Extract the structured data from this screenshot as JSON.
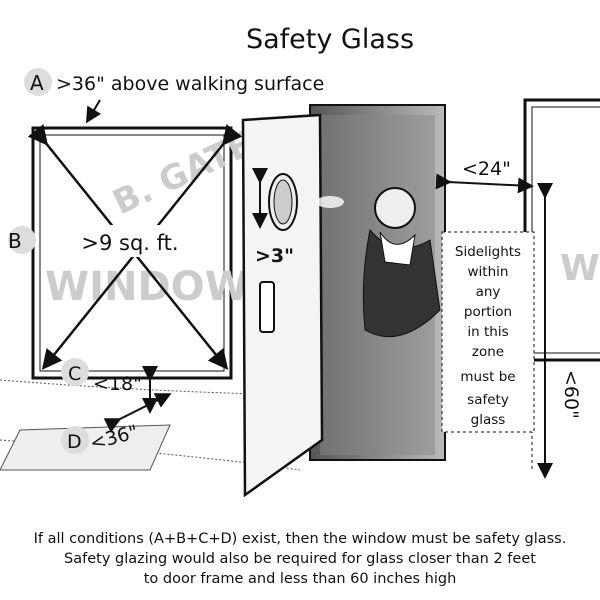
{
  "title": "Safety Glass",
  "labels": {
    "a_letter": "A",
    "a_text": ">36\" above walking surface",
    "b_letter": "B",
    "b_text": ">9 sq. ft.",
    "c_letter": "C",
    "c_text": "<18\"",
    "d_letter": "D",
    "d_text": "<36\"",
    "peephole": ">3\"",
    "distance": "<24\"",
    "height": "<60\"",
    "zone_note": [
      "Sidelights",
      "within",
      "any",
      "portion",
      "in this",
      "zone",
      "must be",
      "safety",
      "glass"
    ]
  },
  "watermark": [
    "B. GATES",
    "WINDOWS"
  ],
  "caption": [
    "If all conditions (A+B+C+D) exist, then the window must be safety glass.",
    "Safety glazing would also be required for glass closer than 2 feet",
    "to door frame and less than 60 inches high"
  ]
}
